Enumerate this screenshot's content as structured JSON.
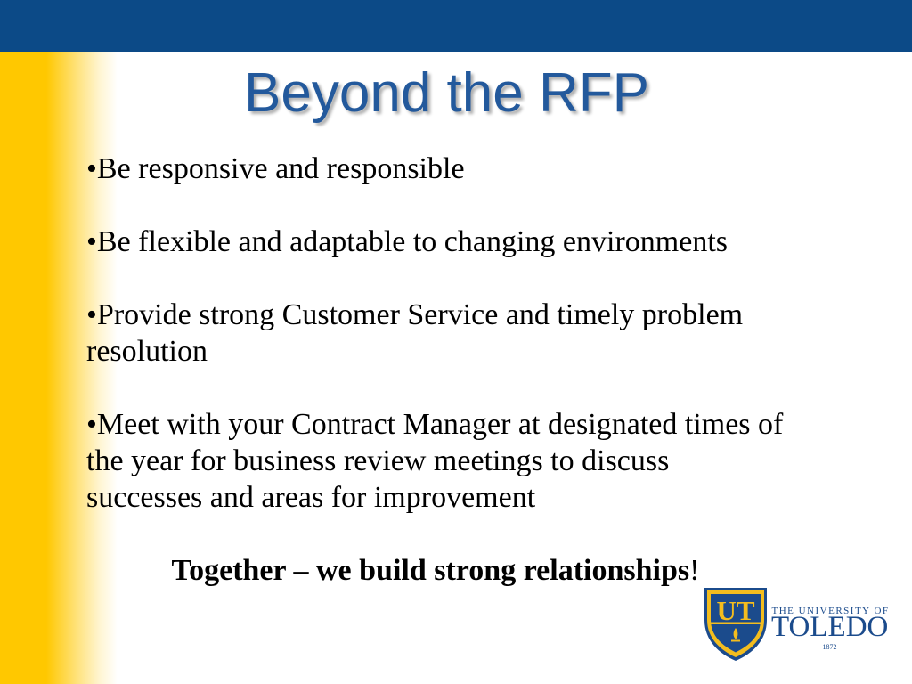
{
  "slide": {
    "title": "Beyond the RFP",
    "bullets": [
      {
        "lines": [
          "•Be responsive and responsible"
        ]
      },
      {
        "lines": [
          "•Be flexible and adaptable to changing environments"
        ]
      },
      {
        "lines": [
          "•Provide strong Customer Service and timely problem",
          "resolution"
        ]
      },
      {
        "lines": [
          "•Meet with your Contract Manager at designated times of",
          "the year for business review meetings to discuss",
          "successes and areas for improvement"
        ]
      }
    ],
    "closing": {
      "bold_text": "Together – we build strong relationships",
      "end_mark": "!"
    }
  },
  "logo": {
    "monogram": "UT",
    "tagline": "THE UNIVERSITY OF",
    "name": "TOLEDO",
    "year": "1872",
    "icon": "shield-icon"
  },
  "colors": {
    "top_bar": "#0C4A87",
    "side_gold": "#FFC800",
    "title": "#23599C",
    "body_text": "#000000",
    "logo_blue": "#1B4B8C",
    "logo_gold": "#F3BD1E"
  }
}
